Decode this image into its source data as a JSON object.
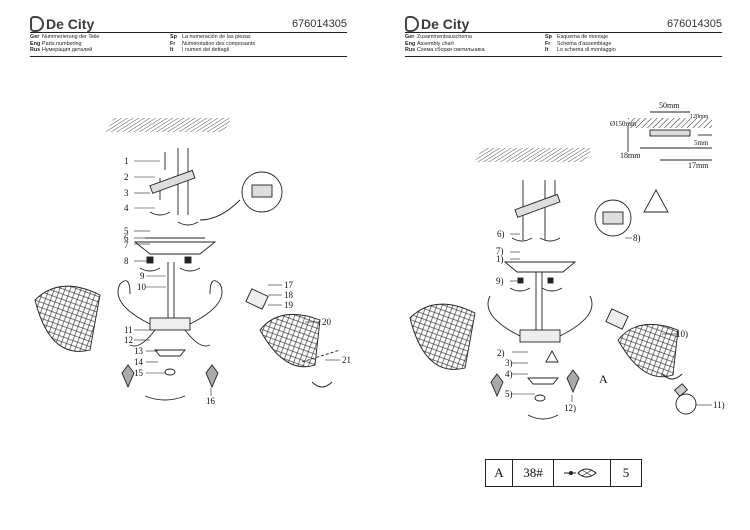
{
  "brand": "De City",
  "model_number": "676014305",
  "left_legend": [
    {
      "code": "Ger",
      "text": "Nummerierung der Teile"
    },
    {
      "code": "Eng",
      "text": "Parts numbering"
    },
    {
      "code": "Rus",
      "text": "Нумерация деталей"
    }
  ],
  "left_legend_2": [
    {
      "code": "Sp",
      "text": "La numeración de las piezas"
    },
    {
      "code": "Fr",
      "text": "Numérotation des composants"
    },
    {
      "code": "It",
      "text": "I numeri dei dettagli"
    }
  ],
  "right_legend": [
    {
      "code": "Ger",
      "text": "Zusammenbauschema"
    },
    {
      "code": "Eng",
      "text": "Assembly chart"
    },
    {
      "code": "Rus",
      "text": "Схема сборки светильника"
    }
  ],
  "right_legend_2": [
    {
      "code": "Sp",
      "text": "Esquema de montaje"
    },
    {
      "code": "Fr",
      "text": "Schéma d'assemblage"
    },
    {
      "code": "It",
      "text": "Lo schema di montaggio"
    }
  ],
  "parts_left": [
    "1",
    "2",
    "3",
    "4",
    "5",
    "6",
    "7",
    "8",
    "9",
    "10",
    "11",
    "12",
    "13",
    "14",
    "15",
    "16",
    "17",
    "18",
    "19",
    "20",
    "21"
  ],
  "steps_right": [
    "1)",
    "2)",
    "3)",
    "4)",
    "5)",
    "6)",
    "7)",
    "8)",
    "9)",
    "10)",
    "11)",
    "12)"
  ],
  "dimensions": {
    "d_base": "Ø150mm",
    "w_bracket": "50mm",
    "w_top": "120mm",
    "h_bottom": "5mm",
    "offset": "18mm",
    "depth": "17mm"
  },
  "marker_a": "A",
  "parts_table": {
    "letter": "A",
    "size": "38#",
    "qty": "5"
  }
}
